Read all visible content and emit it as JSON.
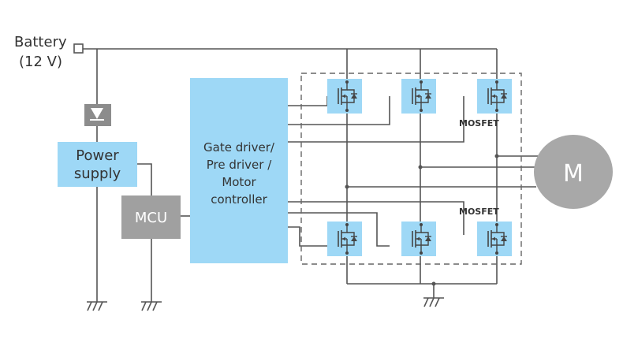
{
  "battery": {
    "label_line1": "Battery",
    "label_line2": "(12 V)"
  },
  "power_supply": {
    "line1": "Power",
    "line2": "supply"
  },
  "mcu": {
    "label": "MCU"
  },
  "gate_driver": {
    "line1": "Gate driver/",
    "line2": "Pre driver /",
    "line3": "Motor",
    "line4": "controller"
  },
  "mosfet_labels": {
    "upper": "MOSFET",
    "lower": "MOSFET"
  },
  "motor": {
    "label": "M"
  },
  "colors": {
    "block_fill": "#9ed8f6",
    "mcu_fill": "#a0a0a0",
    "motor_fill": "#a8a8a8",
    "wire": "#555555",
    "diode_fill": "#8c8c8c"
  }
}
